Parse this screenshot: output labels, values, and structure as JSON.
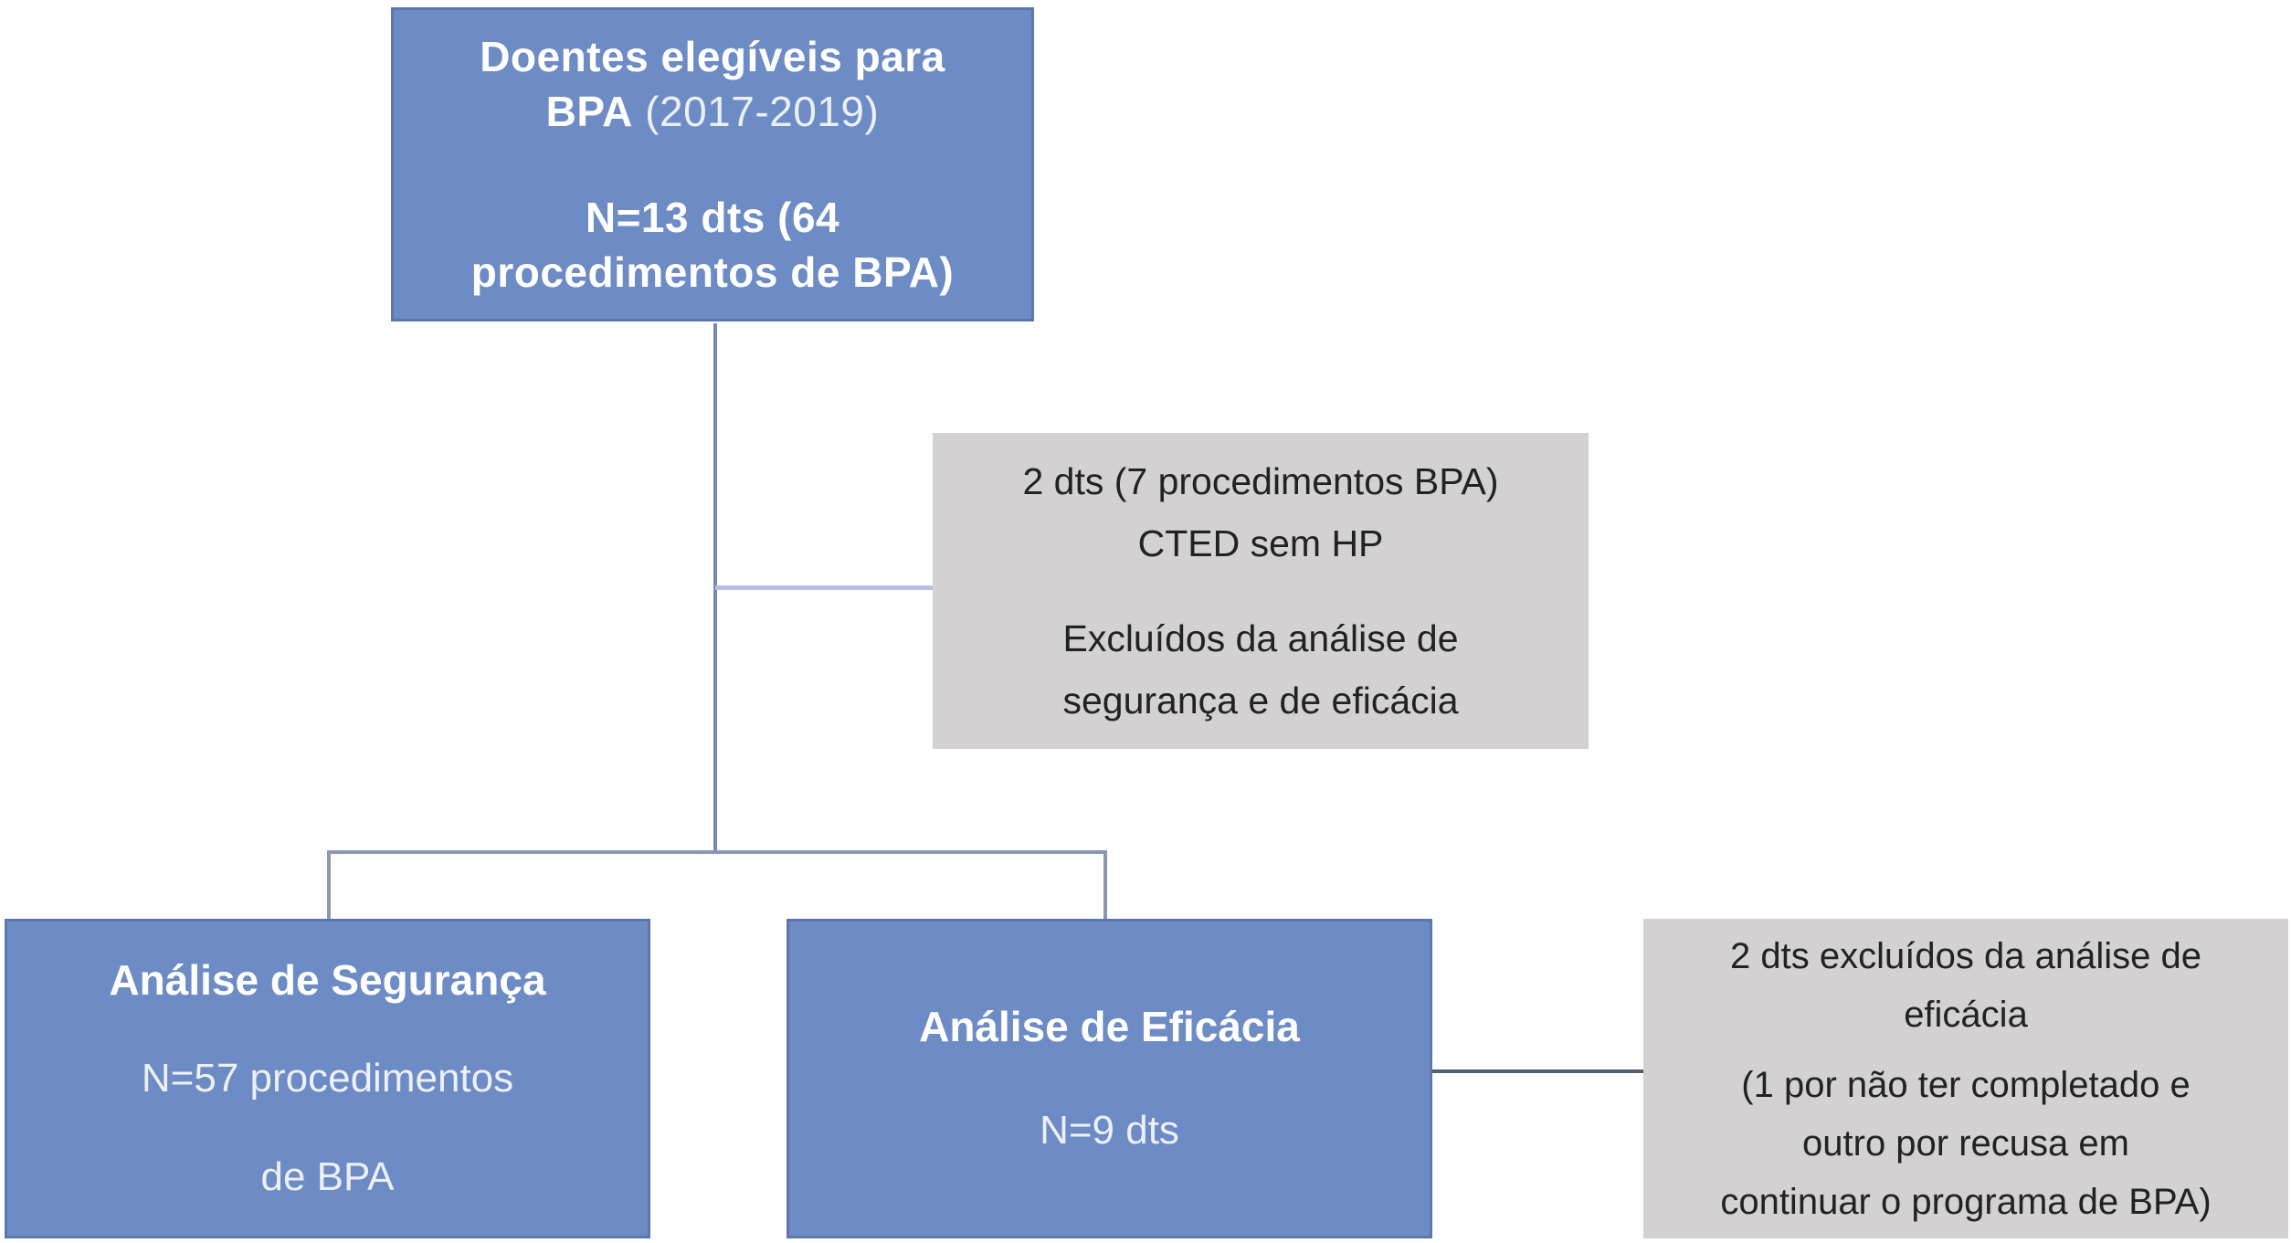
{
  "colors": {
    "box_blue": "#6d8bc4",
    "box_blue_border": "#5d76ac",
    "box_gray": "#d3d1d1",
    "line_vertical": "#7886b8",
    "line_light": "#b6bfe3",
    "line_medium": "#8a99b3",
    "line_dark": "#4f616f",
    "text_dark": "#222222"
  },
  "nodes": {
    "eligible": {
      "title_line1": "Doentes elegíveis para",
      "title_bpa": "BPA",
      "title_years": "(2017-2019)",
      "n_line1": "N=13 dts (64",
      "n_line2": "procedimentos de BPA)"
    },
    "excluded_top": {
      "line1": "2 dts (7 procedimentos BPA)",
      "line2": "CTED sem HP",
      "line3": "Excluídos da análise de",
      "line4": "segurança e de eficácia"
    },
    "safety": {
      "title": "Análise de Segurança",
      "n_line1": "N=57 procedimentos",
      "n_line2": "de BPA"
    },
    "efficacy": {
      "title": "Análise de Eficácia",
      "n": "N=9 dts"
    },
    "excluded_bottom": {
      "line1": "2 dts excluídos da análise de",
      "line2": "eficácia",
      "line3": "(1 por não ter completado e",
      "line4": "outro por recusa em",
      "line5": "continuar o programa de BPA)"
    }
  }
}
